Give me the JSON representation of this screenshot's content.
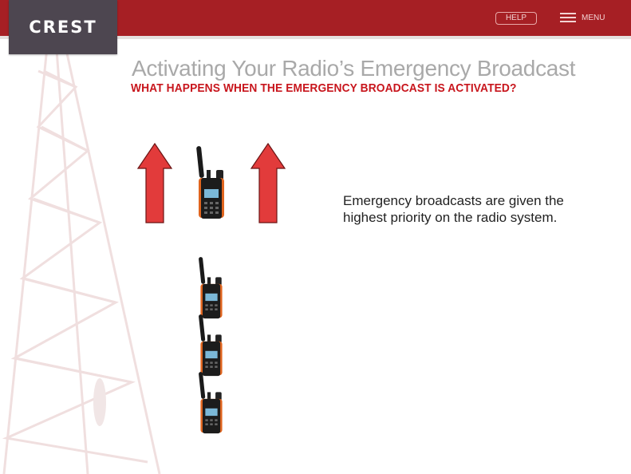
{
  "header": {
    "logo_text": "CREST",
    "help_label": "HELP",
    "menu_label": "MENU"
  },
  "page": {
    "title": "Activating Your Radio’s Emergency Broadcast",
    "subtitle": "WHAT HAPPENS WHEN THE EMERGENCY BROADCAST IS ACTIVATED?",
    "body": "Emergency broadcasts are given the highest priority on the radio system."
  },
  "colors": {
    "header": "#a61f24",
    "accent": "#c8161d",
    "arrow": "#e23b3b"
  }
}
